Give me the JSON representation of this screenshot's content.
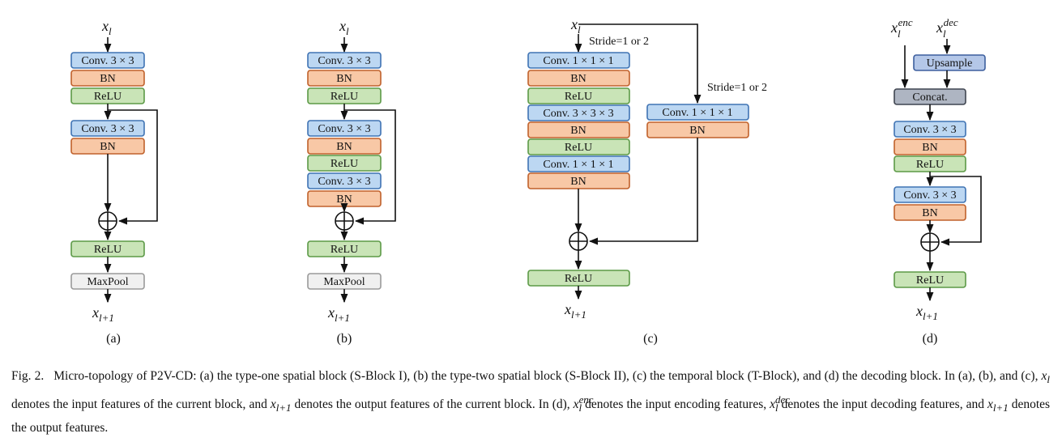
{
  "diagram": {
    "colors": {
      "conv": "#bcd7f2",
      "conv_border": "#3f73b3",
      "bn": "#f8c8a6",
      "bn_border": "#c0612b",
      "relu": "#c9e4b7",
      "relu_border": "#5c9a47",
      "pool": "#f0f0f0",
      "pool_border": "#9a9a9a",
      "up": "#b4c7e8",
      "up_border": "#3d5f9e",
      "concat": "#aeb5c2",
      "concat_border": "#3f4550",
      "line": "#111111"
    },
    "a": {
      "input": "x",
      "input_sub": "l",
      "blocks": [
        "Conv. 3 × 3",
        "BN",
        "ReLU",
        "Conv. 3 × 3",
        "BN",
        "ReLU",
        "MaxPool"
      ],
      "output": "x",
      "output_sub": "l+1",
      "label": "(a)"
    },
    "b": {
      "input": "x",
      "input_sub": "l",
      "blocks": [
        "Conv. 3 × 3",
        "BN",
        "ReLU",
        "Conv. 3 × 3",
        "BN",
        "ReLU",
        "Conv. 3 × 3",
        "BN",
        "ReLU",
        "MaxPool"
      ],
      "output": "x",
      "output_sub": "l+1",
      "label": "(b)"
    },
    "c": {
      "input": "x",
      "input_sub": "l",
      "stride_main": "Stride=1 or 2",
      "stride_side": "Stride=1 or 2",
      "blocks": [
        "Conv. 1 × 1 × 1",
        "BN",
        "ReLU",
        "Conv. 3 × 3 × 3",
        "BN",
        "ReLU",
        "Conv. 1 × 1 × 1",
        "BN"
      ],
      "side_blocks": [
        "Conv. 1 × 1 × 1",
        "BN"
      ],
      "final": "ReLU",
      "output": "x",
      "output_sub": "l+1",
      "label": "(c)"
    },
    "d": {
      "input_enc": "x",
      "input_enc_sub": "l",
      "input_enc_sup": "enc",
      "input_dec": "x",
      "input_dec_sub": "l",
      "input_dec_sup": "dec",
      "upsample": "Upsample",
      "concat": "Concat.",
      "blocks": [
        "Conv. 3 × 3",
        "BN",
        "ReLU",
        "Conv. 3 × 3",
        "BN"
      ],
      "final": "ReLU",
      "output": "x",
      "output_sub": "l+1",
      "label": "(d)"
    }
  },
  "caption": {
    "label": "Fig. 2.",
    "s1": "Micro-topology of P2V-CD: (a) the type-one spatial block (S-Block I), (b) the type-two spatial block (S-Block II), (c) the temporal block (T-Block), and (d) the decoding block. In (a), (b), and (c),",
    "v1": "x",
    "v1_sub": "l",
    "s2": "denotes the input features of the current block, and",
    "v2": "x",
    "v2_sub": "l+1",
    "s3": "denotes the output features of the current block. In (d),",
    "v3": "x",
    "v3_sub": "l",
    "v3_sup": "enc",
    "s4": "denotes the input encoding features,",
    "v4": "x",
    "v4_sub": "l",
    "v4_sup": "dec",
    "s5": "denotes the input decoding features, and",
    "v5": "x",
    "v5_sub": "l+1",
    "s6": "denotes the output features."
  }
}
